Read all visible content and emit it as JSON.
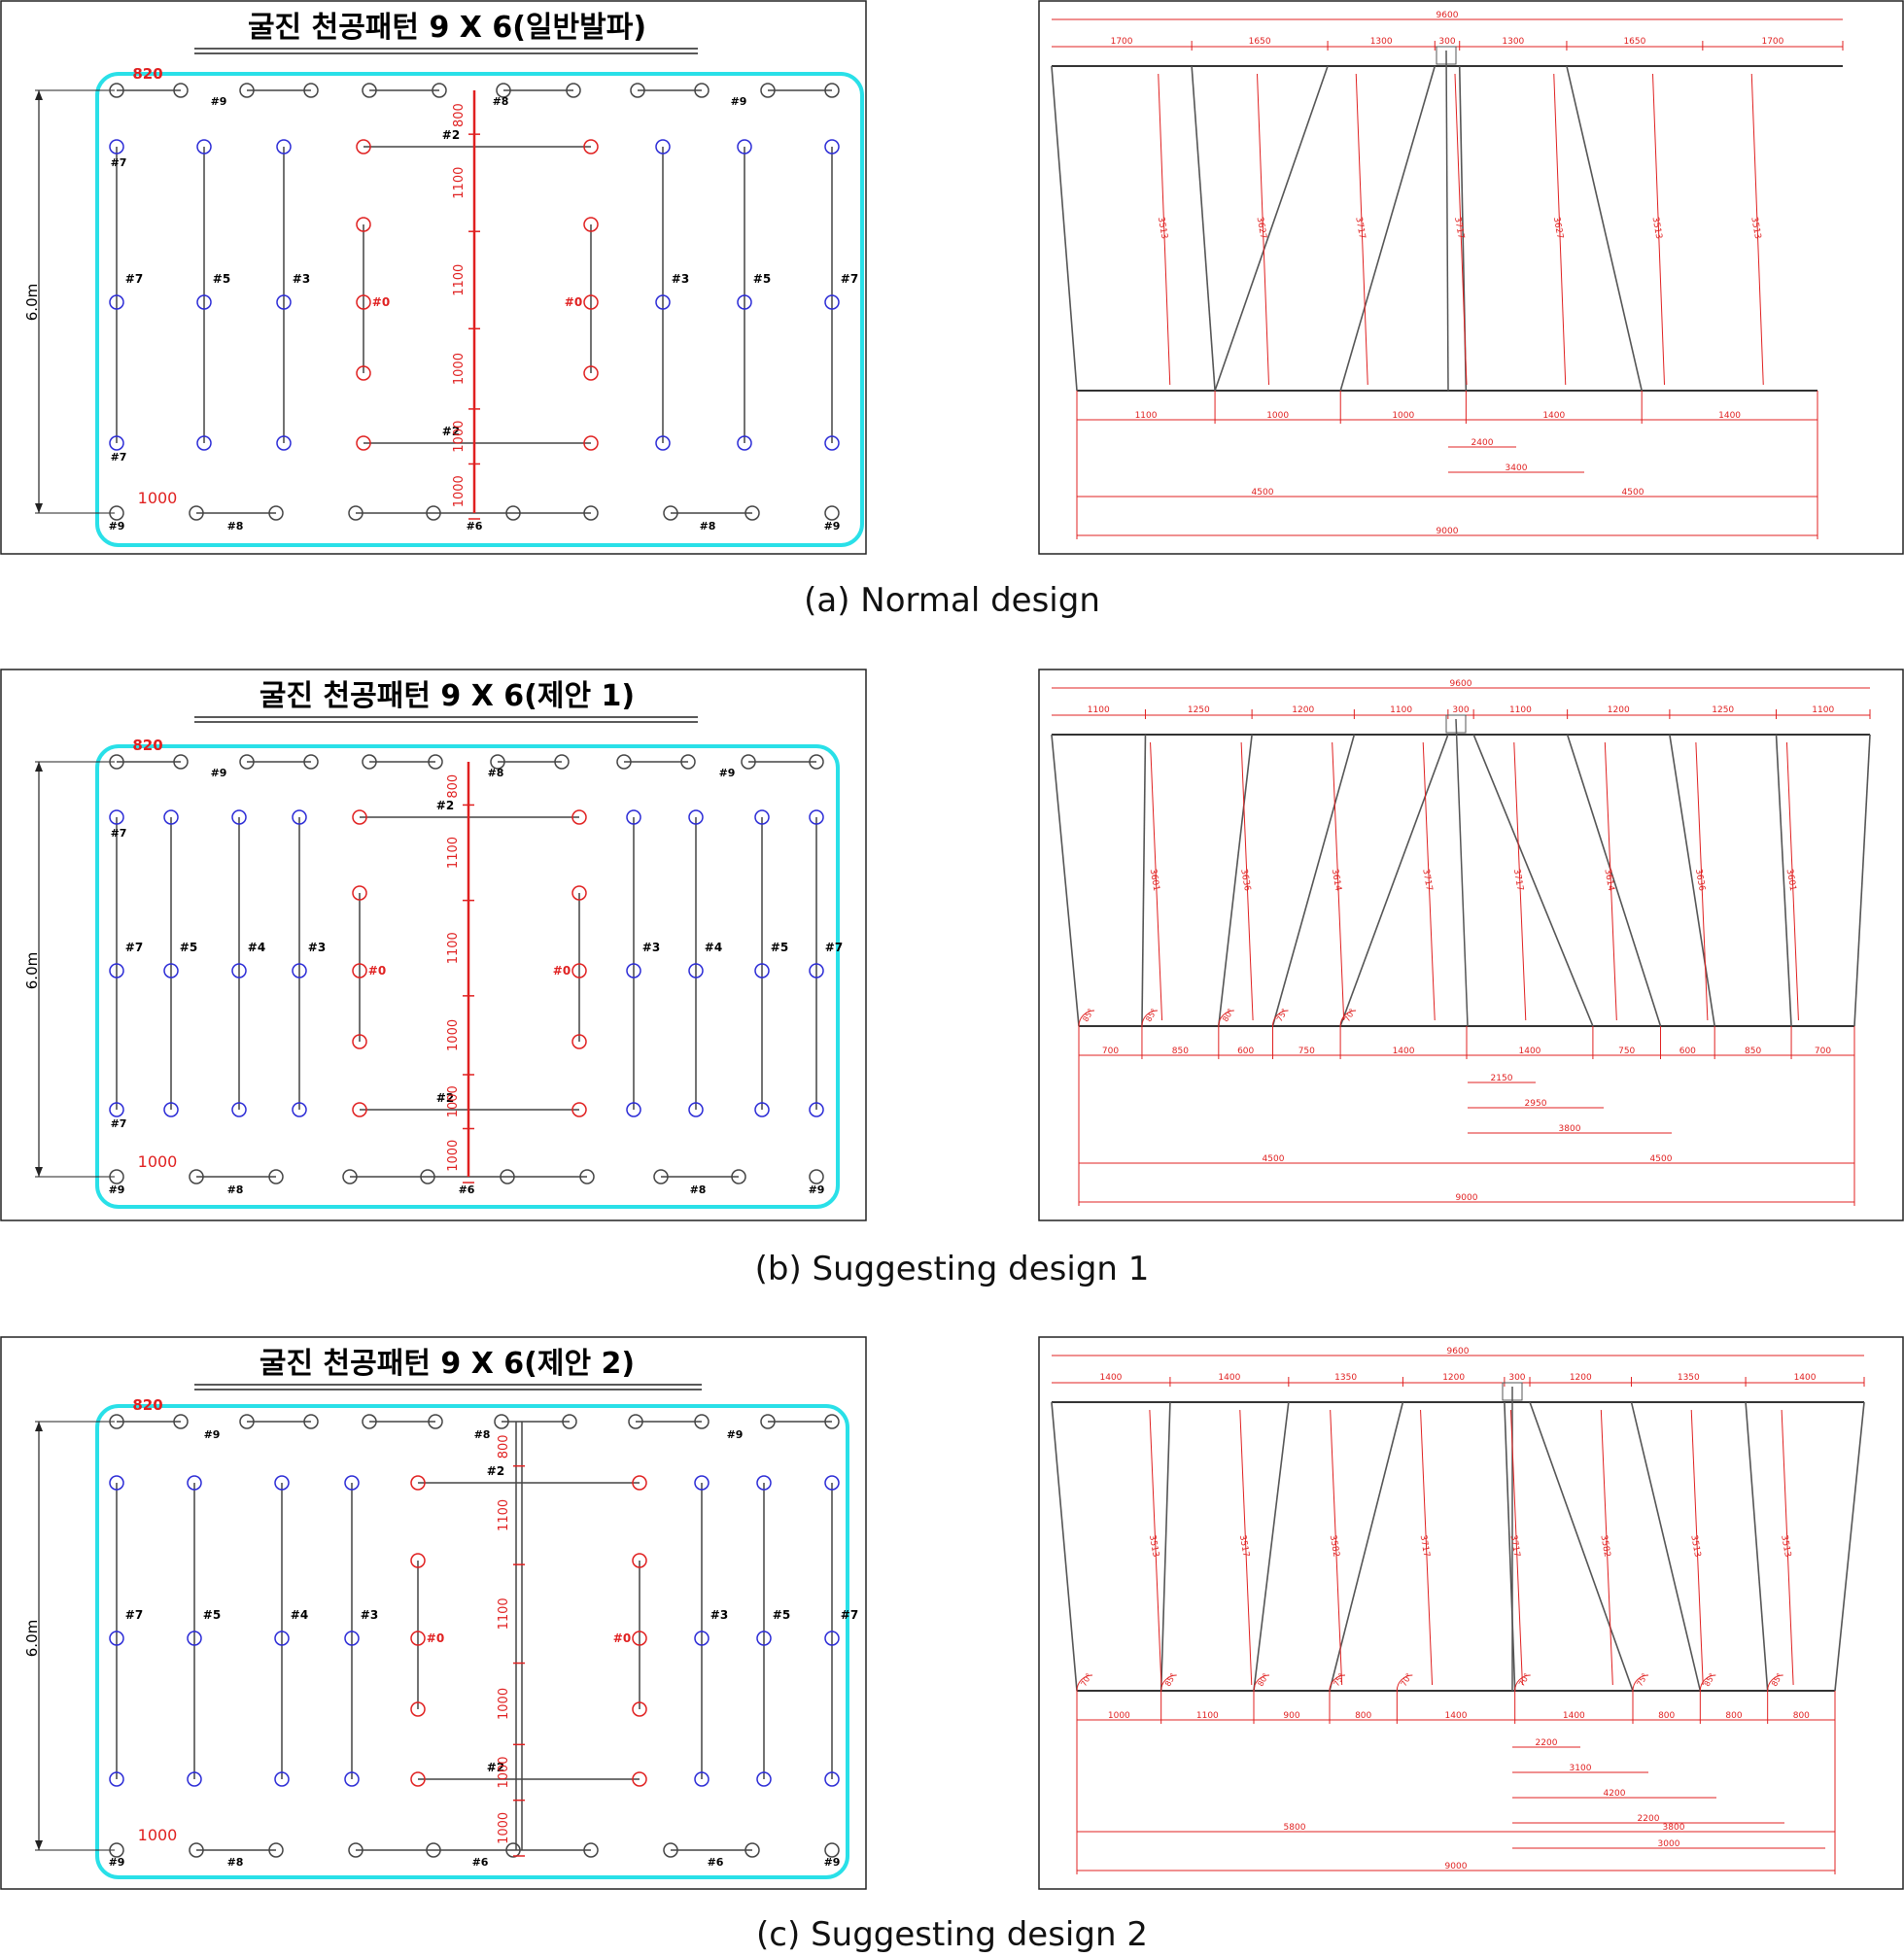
{
  "figures": [
    {
      "key": "a",
      "title": "굴진 천공패턴 9 X 6(일반발파)",
      "caption": "(a) Normal design",
      "height_label": "6.0m",
      "top_spacing": "820",
      "bottom_spacing": "1000",
      "top_group_labels": [
        "#9",
        "#8",
        "#9"
      ],
      "bottom_group_labels": [
        "#9",
        "#8",
        "#6",
        "#8",
        "#9"
      ],
      "left_lift_labels": [
        "#7",
        "#7"
      ],
      "column_labels": [
        "#7",
        "#5",
        "#3",
        "#0",
        "#0",
        "#3",
        "#5",
        "#7"
      ],
      "cut_labels": [
        "#2",
        "#2"
      ],
      "cut_spacings": [
        "800",
        "1100",
        "1100",
        "1000",
        "1000",
        "1000"
      ],
      "section": {
        "top_total": "9600",
        "top_dims": [
          "1700",
          "1650",
          "1300",
          "300",
          "1300",
          "1650",
          "1700"
        ],
        "hole_lengths": [
          "3513",
          "3627",
          "3717",
          "3717",
          "3627",
          "3513",
          "3513"
        ],
        "angles": [],
        "bottom_dims": [
          "1100",
          "1000",
          "1000",
          "1400",
          "1400"
        ],
        "right_dims": [
          "2400",
          "3400"
        ],
        "half_dims": [
          "4500",
          "4500"
        ],
        "bottom_total": "9000"
      }
    },
    {
      "key": "b",
      "title": "굴진 천공패턴 9 X 6(제안 1)",
      "caption": "(b) Suggesting design 1",
      "height_label": "6.0m",
      "top_spacing": "820",
      "bottom_spacing": "1000",
      "top_group_labels": [
        "#9",
        "#8",
        "#9"
      ],
      "bottom_group_labels": [
        "#9",
        "#8",
        "#6",
        "#8",
        "#9"
      ],
      "left_lift_labels": [
        "#7",
        "#7"
      ],
      "column_labels": [
        "#7",
        "#5",
        "#4",
        "#3",
        "#0",
        "#0",
        "#3",
        "#4",
        "#5",
        "#7"
      ],
      "cut_labels": [
        "#2",
        "#2"
      ],
      "cut_spacings": [
        "800",
        "1100",
        "1100",
        "1000",
        "1000",
        "1000"
      ],
      "section": {
        "top_total": "9600",
        "top_dims": [
          "1100",
          "1250",
          "1200",
          "1100",
          "300",
          "1100",
          "1200",
          "1250",
          "1100"
        ],
        "hole_lengths": [
          "3601",
          "3636",
          "3614",
          "3717",
          "3717",
          "3614",
          "3636",
          "3601"
        ],
        "angles": [
          "85°",
          "85°",
          "80°",
          "75°",
          "70°"
        ],
        "bottom_dims": [
          "700",
          "850",
          "600",
          "750",
          "1400",
          "1400",
          "750",
          "600",
          "850",
          "700"
        ],
        "right_dims": [
          "2150",
          "2950",
          "3800"
        ],
        "half_dims": [
          "4500",
          "4500"
        ],
        "bottom_total": "9000"
      }
    },
    {
      "key": "c",
      "title": "굴진 천공패턴 9 X 6(제안 2)",
      "caption": "(c) Suggesting design 2",
      "height_label": "6.0m",
      "top_spacing": "820",
      "bottom_spacing": "1000",
      "top_group_labels": [
        "#9",
        "#8",
        "#9"
      ],
      "bottom_group_labels": [
        "#9",
        "#8",
        "#6",
        "#6",
        "#9"
      ],
      "left_lift_labels": [],
      "column_labels": [
        "#7",
        "#5",
        "#4",
        "#3",
        "#0",
        "#0",
        "#3",
        "#5",
        "#7"
      ],
      "cut_labels": [
        "#2",
        "#2"
      ],
      "cut_spacings": [
        "800",
        "1100",
        "1100",
        "1000",
        "1000",
        "1000"
      ],
      "section": {
        "top_total": "9600",
        "top_dims": [
          "1400",
          "1400",
          "1350",
          "1200",
          "300",
          "1200",
          "1350",
          "1400"
        ],
        "hole_lengths": [
          "3513",
          "3517",
          "3582",
          "3717",
          "3717",
          "3582",
          "3513",
          "3513"
        ],
        "angles": [
          "70°",
          "85°",
          "80°",
          "75°",
          "70°",
          "70°",
          "75°",
          "85°",
          "85°"
        ],
        "bottom_dims": [
          "1000",
          "1100",
          "900",
          "800",
          "1400",
          "1400",
          "800",
          "800",
          "800"
        ],
        "right_dims": [
          "2200",
          "3100",
          "4200",
          "2200",
          "3000"
        ],
        "half_dims": [
          "5800",
          "3800"
        ],
        "bottom_total": "9000"
      }
    }
  ]
}
